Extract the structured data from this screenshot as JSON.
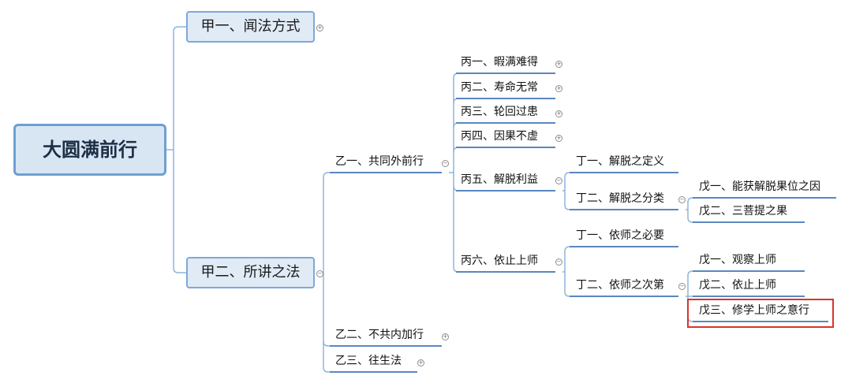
{
  "colors": {
    "link": "#8eb4de",
    "underline": "#5a87bf",
    "highlight": "#d9342b"
  },
  "root": {
    "label": "大圆满前行"
  },
  "jia1": {
    "label": "甲一、闻法方式"
  },
  "jia2": {
    "label": "甲二、所讲之法"
  },
  "yi1": {
    "label": "乙一、共同外前行"
  },
  "yi2": {
    "label": "乙二、不共内加行"
  },
  "yi3": {
    "label": "乙三、往生法"
  },
  "bing": [
    {
      "label": "丙一、暇满难得"
    },
    {
      "label": "丙二、寿命无常"
    },
    {
      "label": "丙三、轮回过患"
    },
    {
      "label": "丙四、因果不虚"
    },
    {
      "label": "丙五、解脱利益"
    },
    {
      "label": "丙六、依止上师"
    }
  ],
  "ding": [
    {
      "label": "丁一、解脱之定义"
    },
    {
      "label": "丁二、解脱之分类"
    },
    {
      "label": "丁一、依师之必要"
    },
    {
      "label": "丁二、依师之次第"
    }
  ],
  "wu": [
    {
      "label": "戊一、能获解脱果位之因"
    },
    {
      "label": "戊二、三菩提之果"
    },
    {
      "label": "戊一、观察上师"
    },
    {
      "label": "戊二、依止上师"
    },
    {
      "label": "戊三、修学上师之意行"
    }
  ],
  "highlighted_node": "戊三、修学上师之意行"
}
